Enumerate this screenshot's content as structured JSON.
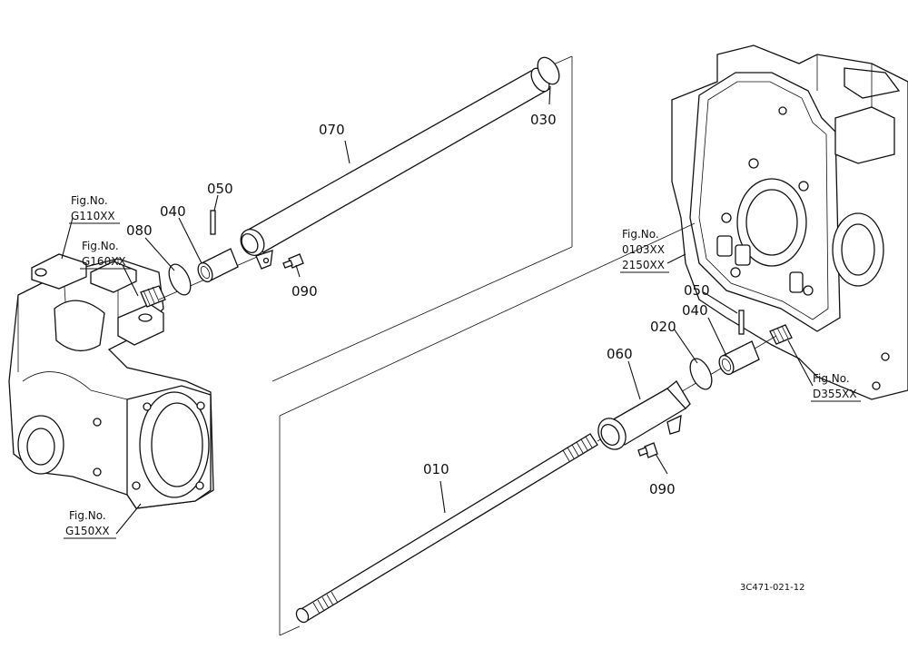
{
  "diagram_id": "3C471-021-12",
  "callouts": {
    "p070": "070",
    "p030": "030",
    "p050_top": "050",
    "p040_top": "040",
    "p080": "080",
    "p090_top": "090",
    "p050_right": "050",
    "p040_right": "040",
    "p020": "020",
    "p060": "060",
    "p010": "010",
    "p090_bottom": "090"
  },
  "figure_refs": {
    "fig_g110": {
      "label": "Fig.No.",
      "code": "G110XX"
    },
    "fig_g160": {
      "label": "Fig.No.",
      "code": "G160XX"
    },
    "fig_g150": {
      "label": "Fig.No.",
      "code": "G150XX"
    },
    "fig_0103": {
      "label": "Fig.No.",
      "code1": "0103XX",
      "code2": "2150XX"
    },
    "fig_d355": {
      "label": "Fig.No.",
      "code": "D355XX"
    }
  }
}
